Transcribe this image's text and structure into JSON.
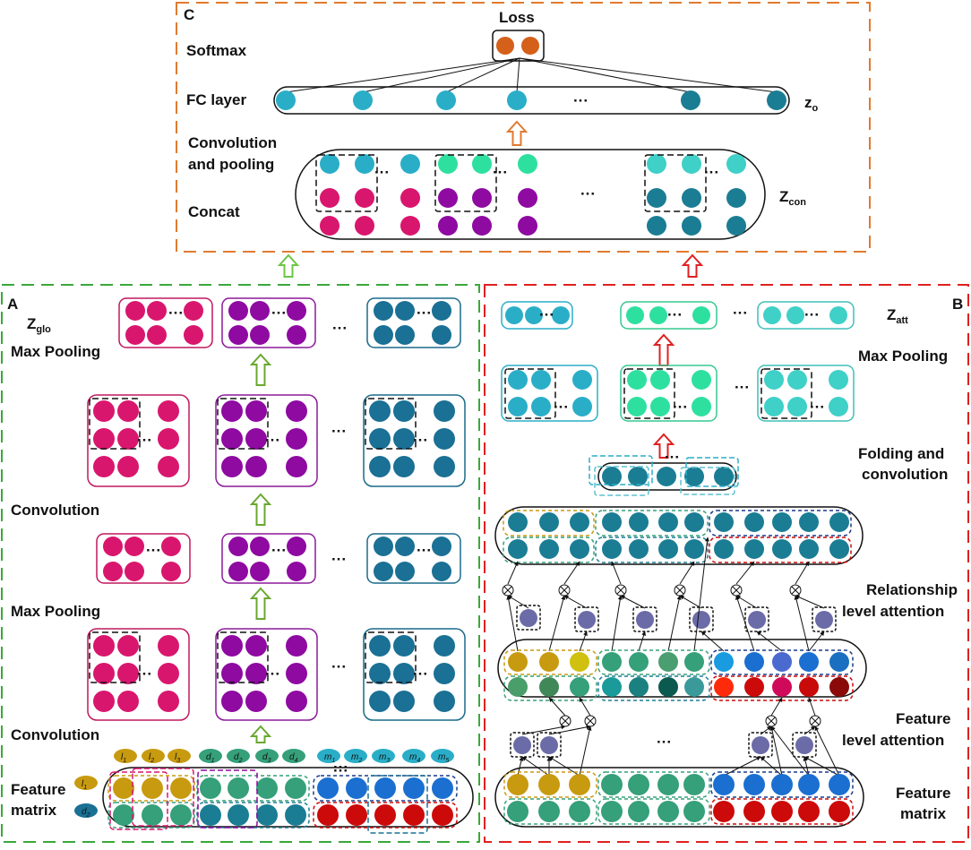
{
  "colors": {
    "pink": "#d9166e",
    "purple": "#8e0aa1",
    "teal": "#1a7095",
    "cyan": "#2aaec8",
    "mint": "#2ee0a0",
    "aqua": "#3fd0c8",
    "dteal": "#1b7d94",
    "orange": "#d4601a",
    "gold": "#c89a10",
    "green": "#35a07a",
    "blue": "#1a6fd1",
    "red": "#cc0a0a",
    "lavender": "#6b6ba8",
    "panel_green": "#3aa83a",
    "panel_red": "#e02020",
    "panel_orange": "#e07a30"
  },
  "panel_c": {
    "letter": "C",
    "loss": "Loss",
    "softmax": "Softmax",
    "fc_layer": "FC layer",
    "dots": "···",
    "z_o": "z",
    "z_o_sub": "o",
    "conv_pool_1": "Convolution",
    "conv_pool_2": "and pooling",
    "concat": "Concat",
    "z_con": "Z",
    "z_con_sub": "con"
  },
  "panel_a": {
    "letter": "A",
    "z_glo": "Z",
    "z_glo_sub": "glo",
    "max_pooling_1": "Max Pooling",
    "convolution_1": "Convolution",
    "max_pooling_2": "Max Pooling",
    "convolution_2": "Convolution",
    "feature_1": "Feature",
    "feature_2": "matrix",
    "dots": "···",
    "col_labels": [
      "l",
      "l",
      "l",
      "d",
      "d",
      "d",
      "d",
      "m",
      "m",
      "m",
      "m",
      "m"
    ],
    "col_subs": [
      "1",
      "2",
      "3",
      "1",
      "2",
      "3",
      "4",
      "1",
      "2",
      "3",
      "4",
      "5"
    ],
    "row_labels": [
      "l",
      "d"
    ],
    "row_subs": [
      "1",
      "2"
    ]
  },
  "panel_b": {
    "letter": "B",
    "z_att": "Z",
    "z_att_sub": "att",
    "max_pooling": "Max Pooling",
    "folding_1": "Folding and",
    "folding_2": "convolution",
    "relationship_1": "Relationship",
    "relationship_2": "level attention",
    "feature_att_1": "Feature",
    "feature_att_2": "level attention",
    "feature_1": "Feature",
    "feature_2": "matrix",
    "dots": "···"
  }
}
